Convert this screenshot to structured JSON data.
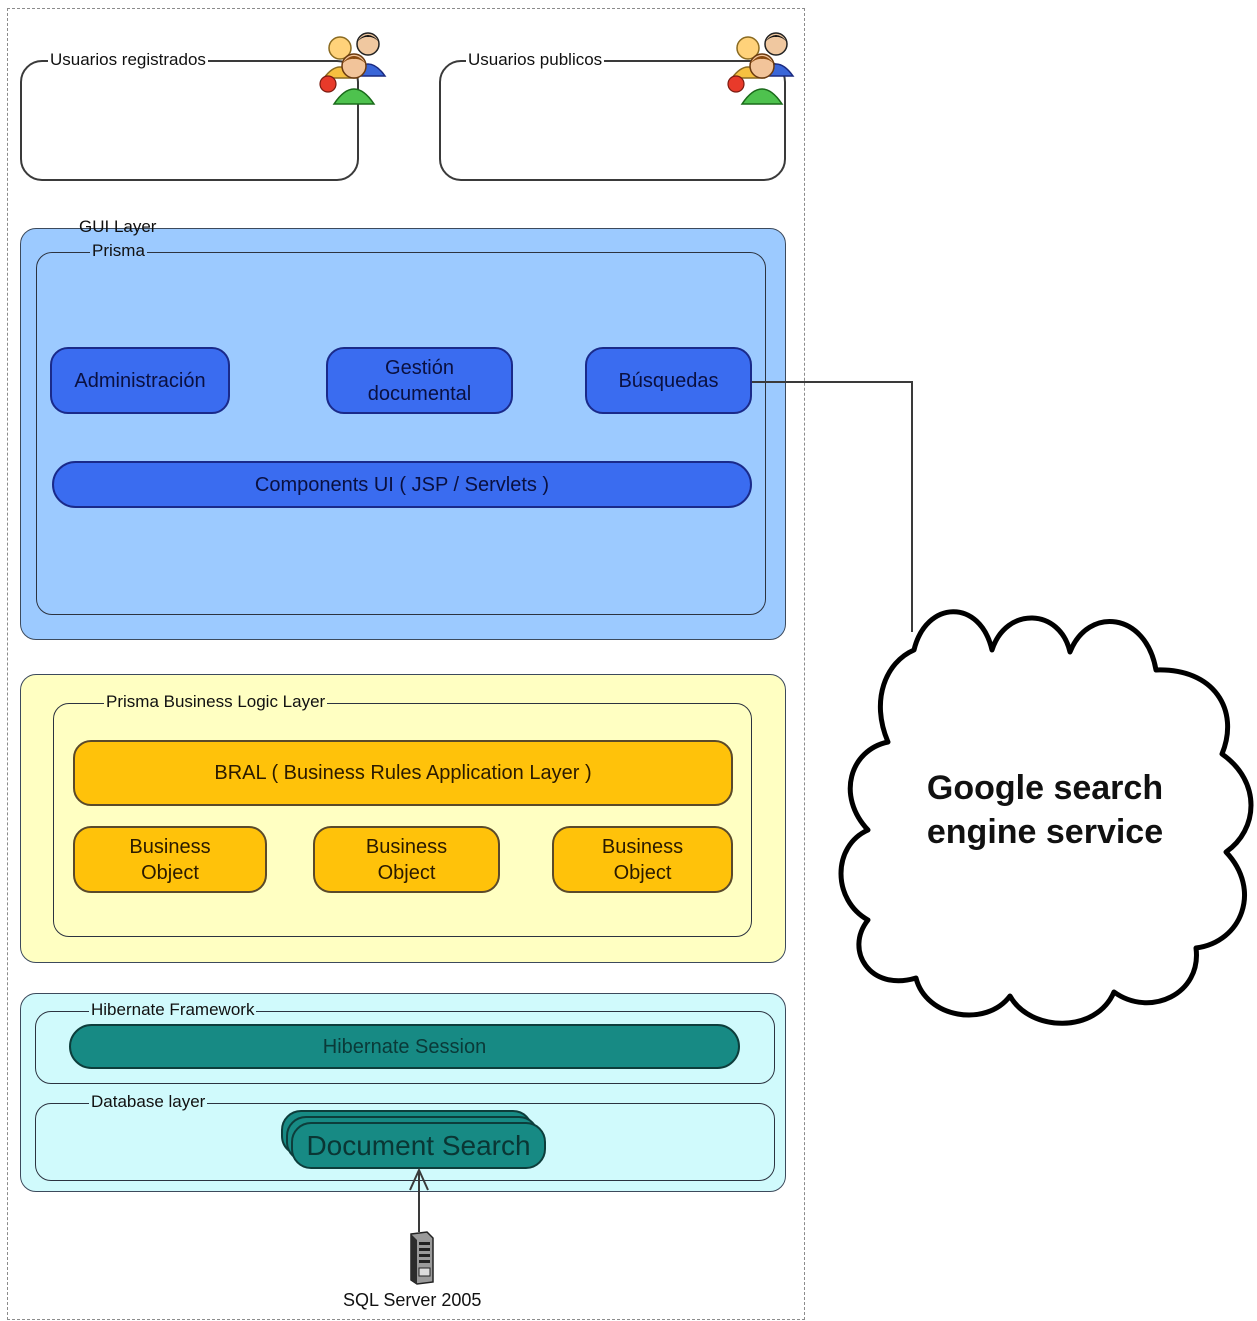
{
  "users": {
    "registered_label": "Usuarios registrados",
    "public_label": "Usuarios publicos"
  },
  "gui_layer": {
    "label": "GUI Layer",
    "app_label": "Prisma",
    "modules": [
      "Administración",
      "Gestión documental",
      "Búsquedas"
    ],
    "components_label": "Components UI ( JSP / Servlets )"
  },
  "business_layer": {
    "label": "Prisma Business Logic Layer",
    "bral_label": "BRAL ( Business Rules Application Layer )",
    "objects": [
      "Business Object",
      "Business Object",
      "Business Object"
    ]
  },
  "hibernate": {
    "label": "Hibernate Framework",
    "session_label": "Hibernate Session"
  },
  "database": {
    "label": "Database layer",
    "document_search_label": "Document Search",
    "server_label": "SQL Server 2005"
  },
  "external": {
    "cloud_label": "Google search engine service"
  },
  "colors": {
    "gui_fill": "#9ccaff",
    "module_fill": "#3a6cf0",
    "business_fill": "#ffffc2",
    "business_object_fill": "#ffc20a",
    "data_fill": "#d0fafc",
    "session_fill": "#178a84"
  },
  "icons": {
    "users": "user-group-icon",
    "server": "server-tower-icon"
  }
}
